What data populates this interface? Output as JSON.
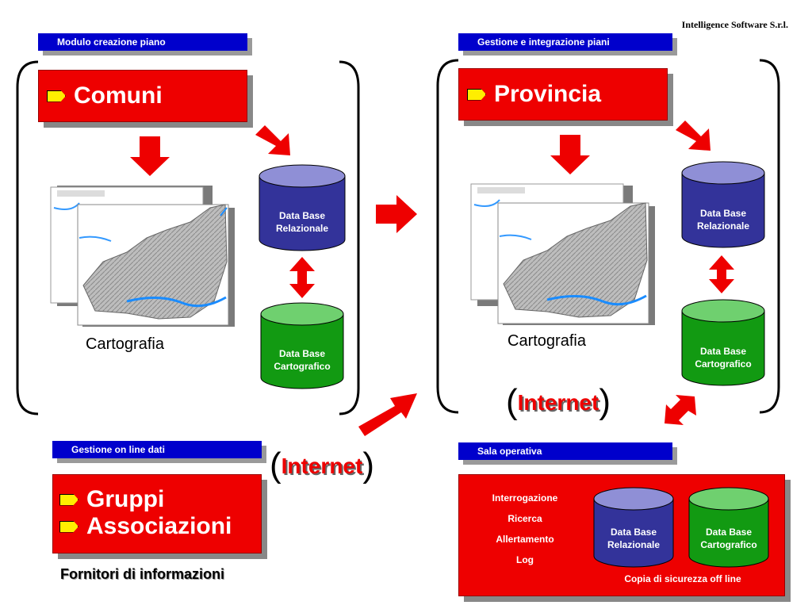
{
  "company": "Intelligence Software  S.r.l.",
  "left_module": {
    "tab": "Modulo creazione piano",
    "title": "Comuni",
    "map_caption": "Cartografia",
    "db_relational": [
      "Data Base",
      "Relazionale"
    ],
    "db_cartographic": [
      "Data Base",
      "Cartografico"
    ]
  },
  "right_module": {
    "tab": "Gestione e integrazione piani",
    "title": "Provincia",
    "map_caption": "Cartografia",
    "db_relational": [
      "Data Base",
      "Relazionale"
    ],
    "db_cartographic": [
      "Data Base",
      "Cartografico"
    ]
  },
  "online": {
    "tab": "Gestione on line dati",
    "items": [
      "Gruppi",
      "Associazioni"
    ],
    "caption": "Fornitori di informazioni"
  },
  "internet_label": "Internet",
  "sala": {
    "tab": "Sala operativa",
    "functions": [
      "Interrogazione",
      "Ricerca",
      "Allertamento",
      "Log"
    ],
    "db_relational": [
      "Data Base",
      "Relazionale"
    ],
    "db_cartographic": [
      "Data Base",
      "Cartografico"
    ],
    "backup_caption": "Copia di sicurezza off line"
  },
  "colors": {
    "red": "#ee0000",
    "blue_tab": "#0000cc",
    "db_blue_top": "#8f8fd6",
    "db_blue_body": "#33339a",
    "db_green_top": "#6fd06f",
    "db_green_body": "#129a12",
    "bullet": "#ffee00"
  }
}
